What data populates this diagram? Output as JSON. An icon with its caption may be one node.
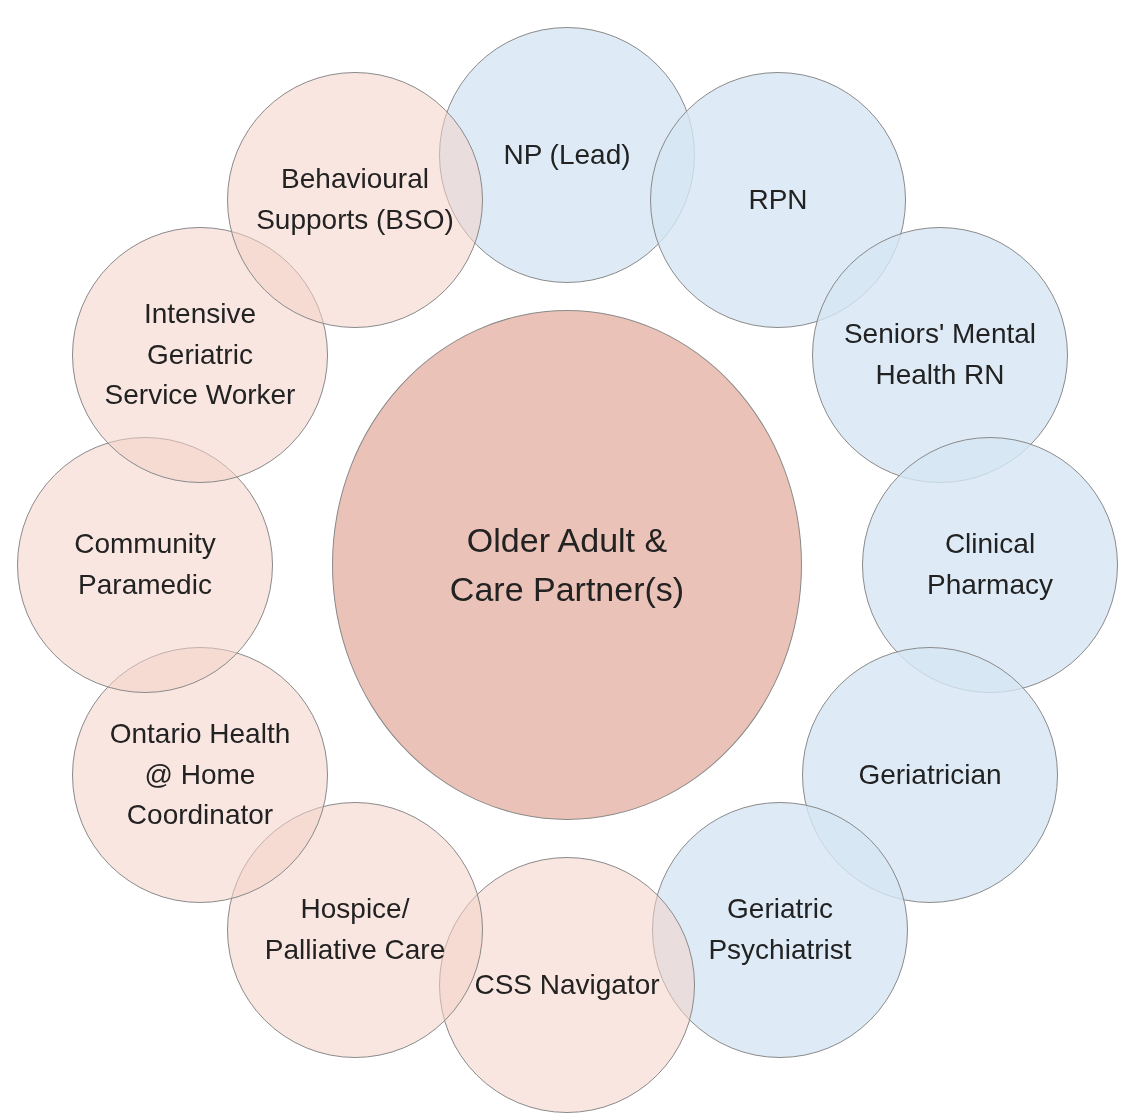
{
  "diagram": {
    "nodes": [
      {
        "text": [
          "Older Adult & Care Partner(s)"
        ]
      },
      {
        "text": [
          "NP (Lead)"
        ]
      },
      {
        "text": [
          "RPN"
        ]
      },
      {
        "text": [
          "Seniors' Mental Health RN"
        ]
      },
      {
        "text": [
          "Clinical Pharmacy"
        ]
      },
      {
        "text": [
          "Geriatrician"
        ]
      },
      {
        "text": [
          "Geriatric Psychiatrist"
        ]
      },
      {
        "text": [
          "CSS Navigator"
        ]
      },
      {
        "text": [
          "Hospice/ Palliative Care"
        ]
      },
      {
        "text": [
          "Ontario Health @ Home Coordinator"
        ]
      },
      {
        "text": [
          "Community Paramedic"
        ]
      },
      {
        "text": [
          "Intensive Geriatric Service Worker"
        ]
      },
      {
        "text": [
          "Behavioural Supports (BSO)"
        ]
      }
    ]
  }
}
